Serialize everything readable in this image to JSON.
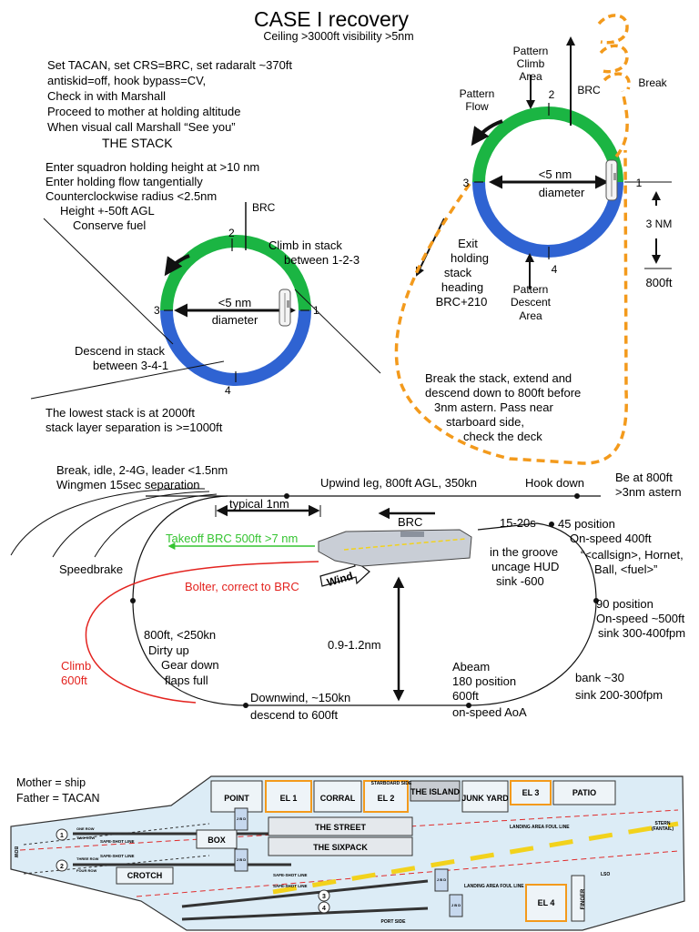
{
  "title": "CASE I recovery",
  "subtitle": "Ceiling >3000ft visibility >5nm",
  "procedure": [
    "Set TACAN, set CRS=BRC, set radaralt ~370ft",
    "antiskid=off, hook bypass=CV,",
    "Check in with Marshall",
    "Proceed to mother at holding altitude",
    "When visual call Marshall “See you”"
  ],
  "stack": {
    "heading": "THE STACK",
    "rules": [
      "Enter squadron holding height at >10 nm",
      "Enter holding flow tangentially",
      "Counterclockwise radius <2.5nm",
      "Height +-50ft AGL",
      "Conserve fuel"
    ],
    "brc": "BRC",
    "points": [
      "1",
      "2",
      "3",
      "4"
    ],
    "diameter": [
      "<5 nm",
      "diameter"
    ],
    "climb": [
      "Climb in stack",
      "between 1-2-3"
    ],
    "descend": [
      "Descend in stack",
      "between 3-4-1"
    ],
    "lowest": [
      "The lowest stack is at 2000ft",
      "stack layer separation is >=1000ft"
    ]
  },
  "pattern": {
    "climb_area": [
      "Pattern",
      "Climb",
      "Area"
    ],
    "flow": [
      "Pattern",
      "Flow"
    ],
    "brc": "BRC",
    "break": "Break",
    "points": [
      "1",
      "2",
      "3",
      "4"
    ],
    "diameter": [
      "<5 nm",
      "diameter"
    ],
    "exit": [
      "Exit",
      "holding",
      "stack",
      "heading",
      "BRC+210"
    ],
    "descent_area": [
      "Pattern",
      "Descent",
      "Area"
    ],
    "distance": "3 NM",
    "altitude": "800ft",
    "break_stack": [
      "Break the stack, extend and",
      "descend down to 800ft before",
      "3nm astern. Pass near",
      "starboard side,",
      "check the deck"
    ]
  },
  "landing": {
    "break_note": [
      "Break, idle, 2-4G, leader <1.5nm",
      "Wingmen 15sec separation"
    ],
    "upwind": "Upwind leg, 800ft AGL, 350kn",
    "hook_down": "Hook down",
    "astern": [
      "Be at 800ft",
      ">3nm astern"
    ],
    "typical": "typical 1nm",
    "brc": "BRC",
    "takeoff": "Takeoff BRC 500ft >7 nm",
    "groove": [
      "15-20s",
      "in the groove",
      "uncage HUD",
      "sink -600"
    ],
    "pos45": [
      "45 position",
      "On-speed 400ft"
    ],
    "ball_call": [
      "“<callsign>, Hornet,",
      "Ball, <fuel>”"
    ],
    "speedbrake": "Speedbrake",
    "bolter": "Bolter, correct to BRC",
    "wind": "Wind",
    "pos90": [
      "90 position",
      "On-speed ~500ft",
      "sink 300-400fpm"
    ],
    "downwind_config": [
      "800ft, <250kn",
      "Dirty up",
      "Gear down",
      "flaps full"
    ],
    "spacing": "0.9-1.2nm",
    "climb": [
      "Climb",
      "600ft"
    ],
    "abeam": [
      "Abeam",
      "180 position",
      "600ft",
      "on-speed AoA"
    ],
    "bank": [
      "bank ~30",
      "sink 200-300fpm"
    ],
    "downwind": [
      "Downwind, ~150kn",
      "descend to 600ft"
    ]
  },
  "legend": [
    "Mother = ship",
    "Father = TACAN"
  ],
  "deck": {
    "areas": [
      "POINT",
      "EL 1",
      "CORRAL",
      "EL 2",
      "THE ISLAND",
      "JUNK YARD",
      "EL 3",
      "PATIO",
      "BOX",
      "CROTCH",
      "EL 4",
      "FINGER"
    ],
    "street": "THE STREET",
    "sixpack": "THE SIXPACK",
    "starboard": "STARBOARD SIDE",
    "port": "PORT SIDE",
    "bow": "BOW",
    "stern": [
      "STERN",
      "(FANTAIL)"
    ],
    "foul_line": "LANDING AREA FOUL LINE",
    "safe_shot": "SAFE-SHOT LINE",
    "rows": [
      "ONE ROW",
      "TWO ROW",
      "THREE ROW",
      "FOUR ROW"
    ],
    "cats": [
      "1",
      "2",
      "3",
      "4"
    ],
    "jbd": "J B D",
    "lso": "LSO"
  },
  "colors": {
    "green": "#1bb543",
    "blue": "#2f63d2",
    "orange": "#f39a1c",
    "takeoff": "#35c431",
    "bolter": "#e3231f"
  }
}
